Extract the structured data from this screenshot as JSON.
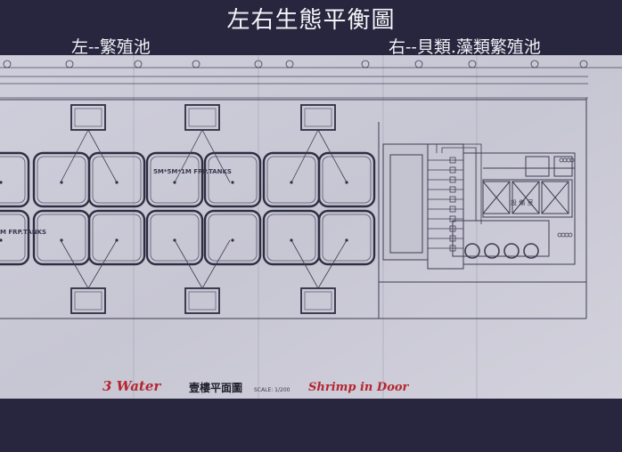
{
  "slide": {
    "title": "左右生態平衡圖",
    "left_caption": "左--繁殖池",
    "right_caption": "右--貝類.藻類繁殖池"
  },
  "plan": {
    "tank_label_upper": "5M*5M*1M FRP.TANKS",
    "tank_label_lower": "M FRP.TANKS",
    "tank_rows": 2,
    "tank_columns": 7,
    "floor_title": "壹樓平面圖",
    "scale": "SCALE: 1/200",
    "note_left": "3 Water",
    "note_right": "Shrimp in Door",
    "equipment_label": "設 備 室",
    "colors": {
      "paper": "#cdccd8",
      "ink": "#3f3d52",
      "red_note": "#b5262f",
      "background": "#27263e"
    }
  }
}
